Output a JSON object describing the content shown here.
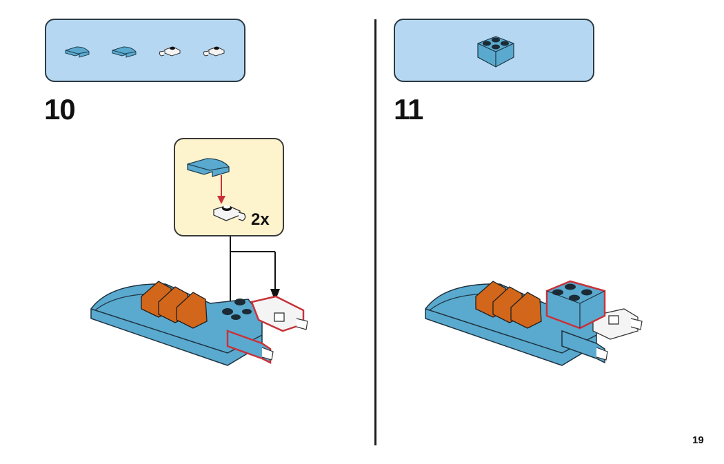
{
  "page": {
    "page_number": "19",
    "colors": {
      "parts_box_bg": "#b5d7f1",
      "callout_bg": "#fdf3cc",
      "brick_blue": "#5aa9cf",
      "brick_orange": "#d2661a",
      "highlight_red": "#c8323a"
    }
  },
  "steps": [
    {
      "number": "10",
      "parts_list": [
        {
          "icon": "curved-slope-tile-icon",
          "color": "medium-azure"
        },
        {
          "icon": "curved-slope-tile-icon",
          "color": "medium-azure"
        },
        {
          "icon": "clip-plate-icon",
          "color": "white"
        },
        {
          "icon": "clip-plate-icon",
          "color": "white"
        }
      ],
      "sub_assembly": {
        "quantity_label": "2x",
        "parts": [
          "curved-slope-tile-icon",
          "clip-plate-icon"
        ]
      },
      "model": "boat-model-step-10"
    },
    {
      "number": "11",
      "parts_list": [
        {
          "icon": "brick-2x2-icon",
          "color": "medium-azure"
        }
      ],
      "model": "boat-model-step-11"
    }
  ]
}
